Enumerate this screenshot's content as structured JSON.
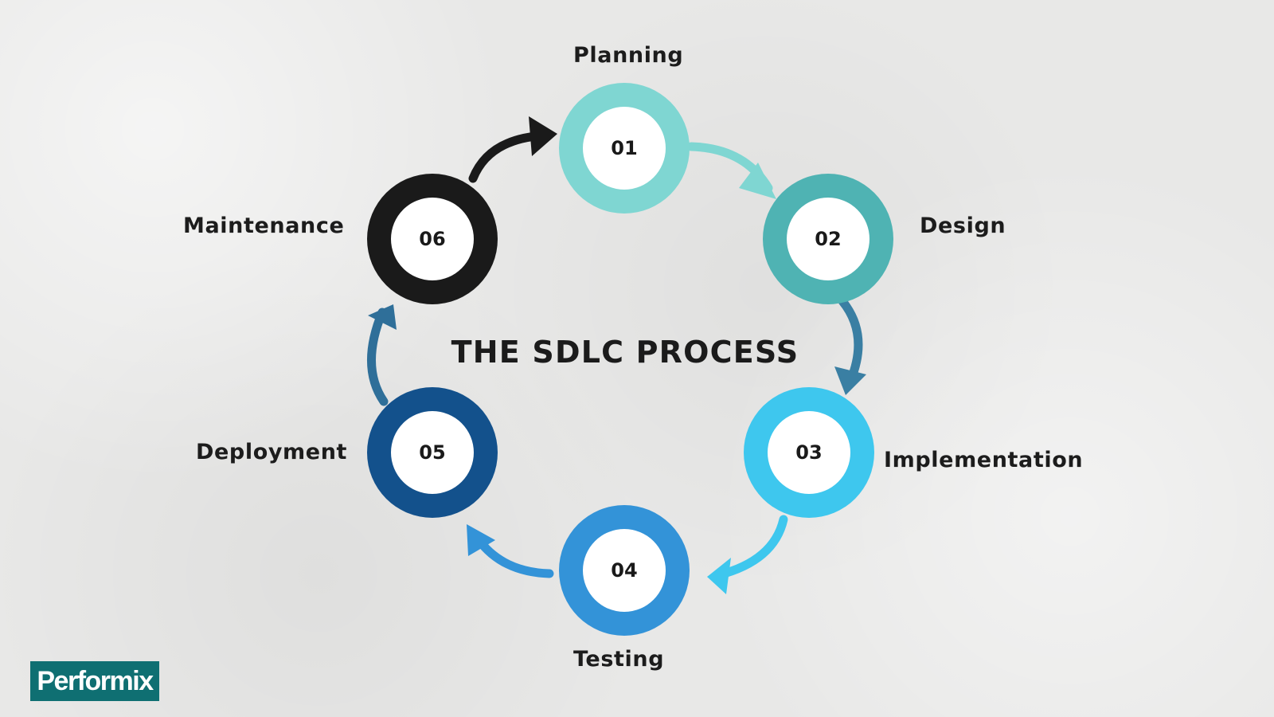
{
  "title": "THE SDLC PROCESS",
  "steps": [
    {
      "number": "01",
      "label": "Planning",
      "color": "#7fd6d2"
    },
    {
      "number": "02",
      "label": "Design",
      "color": "#4fb3b3"
    },
    {
      "number": "03",
      "label": "Implementation",
      "color": "#3ec7ee"
    },
    {
      "number": "04",
      "label": "Testing",
      "color": "#3393d8"
    },
    {
      "number": "05",
      "label": "Deployment",
      "color": "#13518c"
    },
    {
      "number": "06",
      "label": "Maintenance",
      "color": "#1a1a1a"
    }
  ],
  "arrow_colors": [
    "#7fd6d2",
    "#3a7fa3",
    "#3ec7ee",
    "#3393d8",
    "#2f6f99",
    "#1a1a1a"
  ],
  "logo": {
    "text": "Performix",
    "background": "#0f6f72"
  }
}
